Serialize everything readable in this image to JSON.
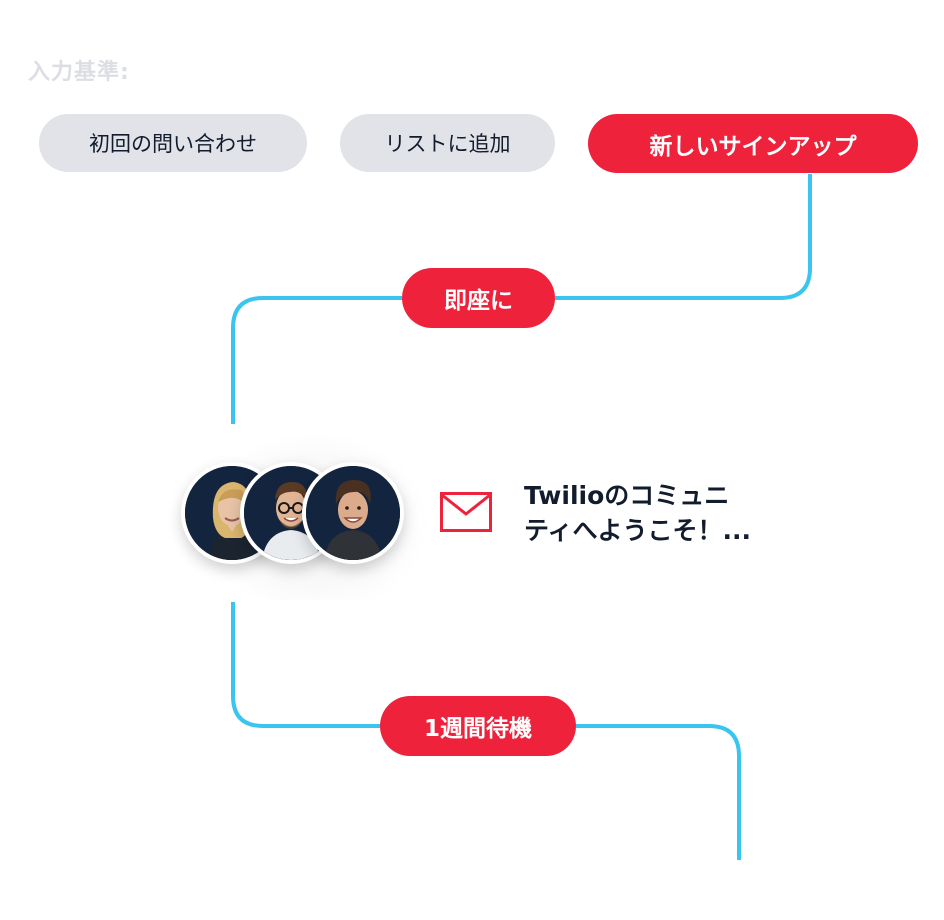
{
  "criteria": {
    "label": "入力基準:"
  },
  "triggers": [
    {
      "label": "初回の問い合わせ",
      "state": "inactive"
    },
    {
      "label": "リストに追加",
      "state": "inactive"
    },
    {
      "label": "新しいサインアップ",
      "state": "active"
    }
  ],
  "steps": {
    "delay_1": {
      "label": "即座に"
    },
    "email": {
      "title_line_1": "Twilioのコミュニ",
      "title_line_2": "ティへようこそ！..."
    },
    "delay_2": {
      "label": "1週間待機"
    }
  },
  "colors": {
    "accent_red": "#ef223c",
    "connector_blue": "#3ac5ee",
    "inactive_pill": "#e1e3e8",
    "text_dark": "#121c2d",
    "muted_label": "#dcdee3"
  }
}
